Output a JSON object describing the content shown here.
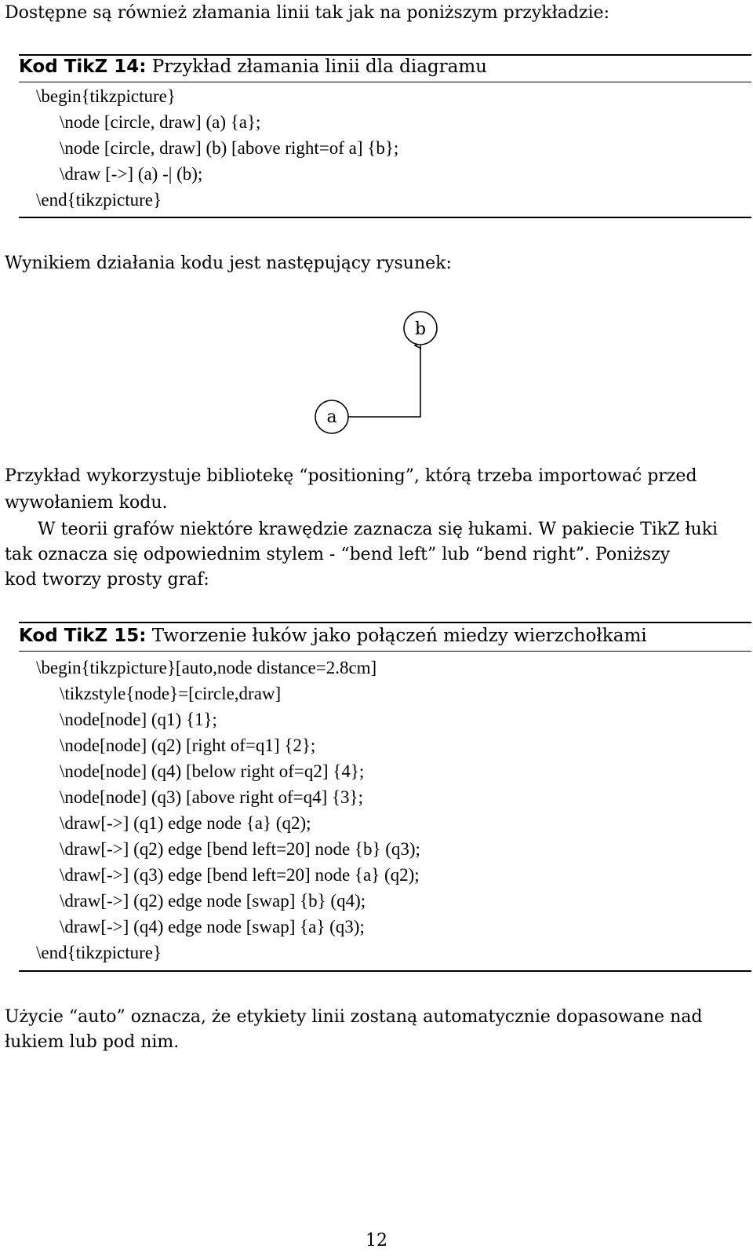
{
  "intro": "Dostępne są również złamania linii tak jak na poniższym przykładzie:",
  "listing14": {
    "label": "Kod TikZ 14:",
    "title": "Przykład złamania linii dla diagramu",
    "code": [
      "\\begin{tikzpicture}",
      "\\node [circle, draw] (a) {a};",
      "\\node [circle, draw] (b) [above right=of a] {b};",
      "\\draw [->] (a) -| (b);",
      "\\end{tikzpicture}"
    ]
  },
  "result_text": "Wynikiem działania kodu jest następujący rysunek:",
  "diagram": {
    "nodes": [
      {
        "id": "a",
        "label": "a"
      },
      {
        "id": "b",
        "label": "b"
      }
    ],
    "edges": [
      {
        "from": "a",
        "to": "b",
        "style": "-|",
        "arrow": "->"
      }
    ]
  },
  "paragraph1": {
    "line1": "Przykład wykorzystuje bibliotekę “positioning”, którą trzeba importować przed",
    "line2": "wywołaniem kodu."
  },
  "paragraph2": {
    "line1": "W teorii grafów niektóre krawędzie zaznacza się łukami. W pakiecie TikZ łuki",
    "line2": "tak oznacza się odpowiednim stylem - “bend left” lub “bend right”. Poniższy",
    "line3": "kod tworzy prosty graf:"
  },
  "listing15": {
    "label": "Kod TikZ 15:",
    "title": "Tworzenie łuków jako połączeń miedzy wierzchołkami",
    "code": [
      "\\begin{tikzpicture}[auto,node distance=2.8cm]",
      "\\tikzstyle{node}=[circle,draw]",
      "\\node[node] (q1) {1};",
      "\\node[node] (q2) [right of=q1] {2};",
      "\\node[node] (q4) [below right of=q2] {4};",
      "\\node[node] (q3) [above right of=q4] {3};",
      "\\draw[->] (q1) edge node {a} (q2);",
      "\\draw[->] (q2) edge [bend left=20] node {b} (q3);",
      "\\draw[->] (q3) edge [bend left=20] node {a} (q2);",
      "\\draw[->] (q2) edge node [swap] {b} (q4);",
      "\\draw[->] (q4) edge node [swap] {a} (q3);",
      "\\end{tikzpicture}"
    ]
  },
  "paragraph3": {
    "line1": "Użycie “auto” oznacza, że etykiety linii zostaną automatycznie dopasowane nad",
    "line2": "łukiem lub pod nim."
  },
  "page_number": "12"
}
